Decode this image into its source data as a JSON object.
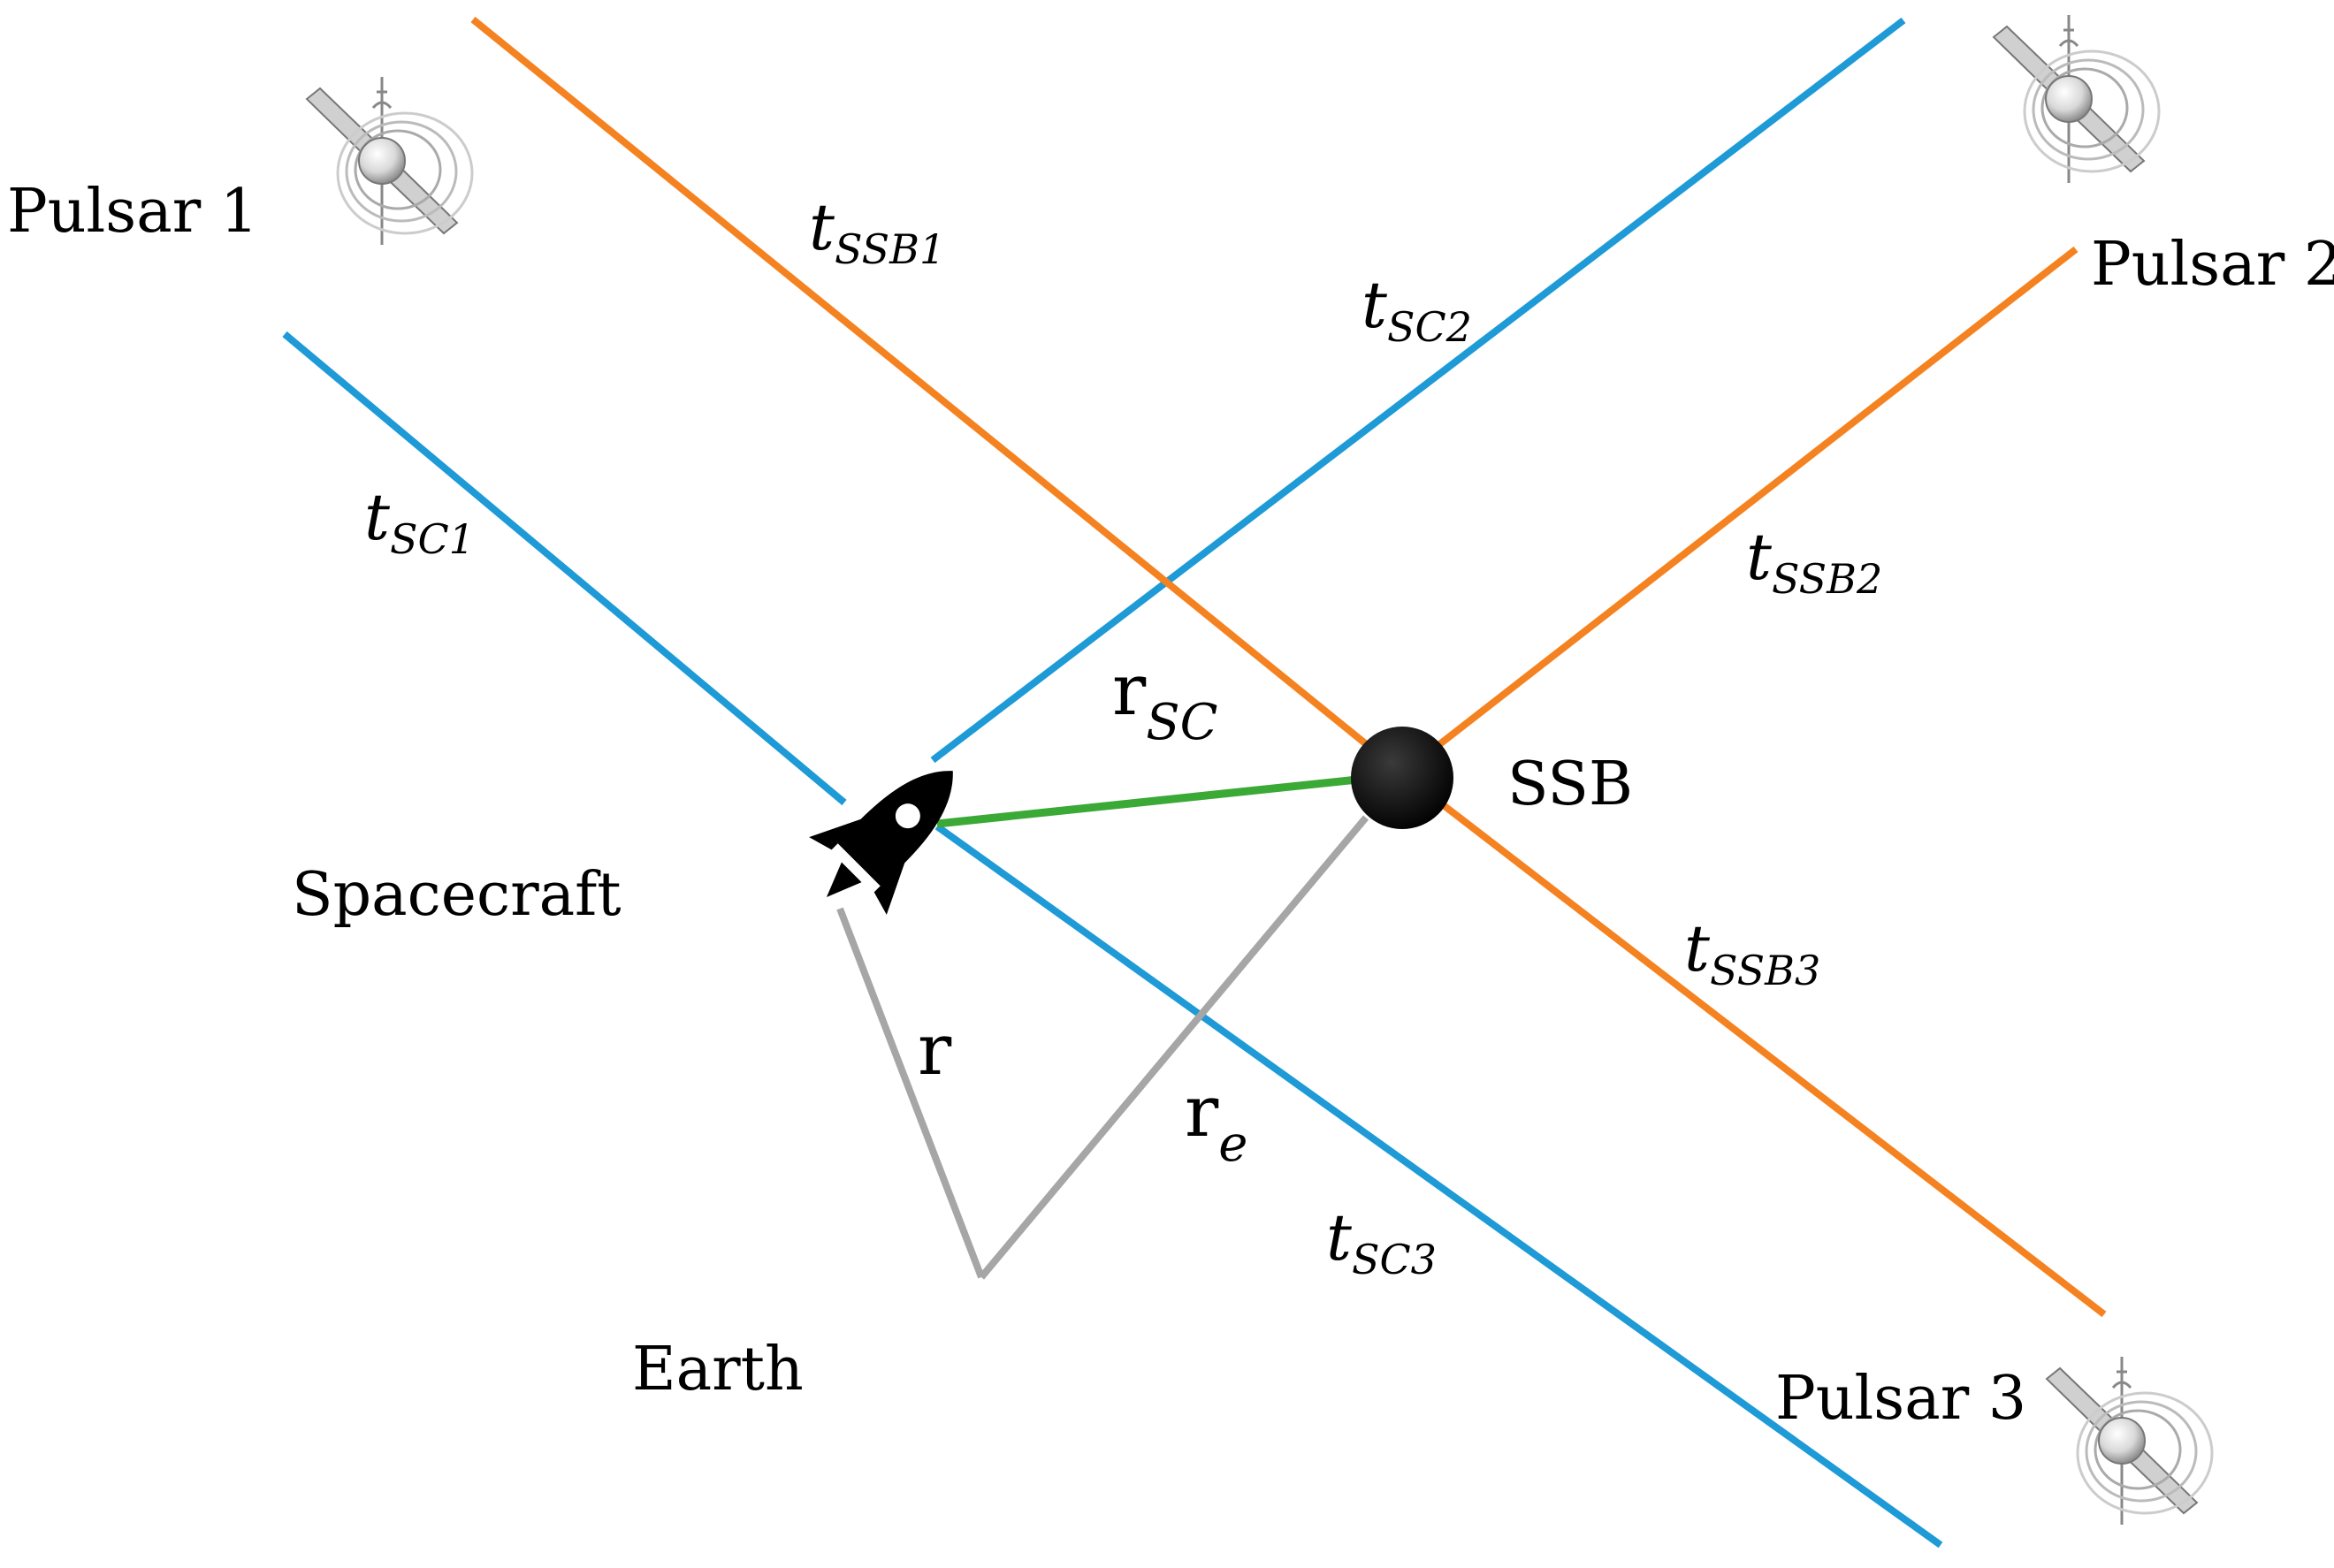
{
  "labels": {
    "pulsar1": "Pulsar 1",
    "pulsar2": "Pulsar 2",
    "pulsar3": "Pulsar 3",
    "spacecraft": "Spacecraft",
    "earth": "Earth",
    "ssb": "SSB",
    "r": "r",
    "rsc_base": "r",
    "rsc_sub": "SC",
    "re_base": "r",
    "re_sub": "e",
    "tsc1_base": "t",
    "tsc1_sub": "SC1",
    "tsc2_base": "t",
    "tsc2_sub": "SC2",
    "tsc3_base": "t",
    "tsc3_sub": "SC3",
    "tssb1_base": "t",
    "tssb1_sub": "SSB1",
    "tssb2_base": "t",
    "tssb2_sub": "SSB2",
    "tssb3_base": "t",
    "tssb3_sub": "SSB3"
  },
  "colors": {
    "spacecraft_lines": "#1e9ad6",
    "ssb_lines": "#f58220",
    "rsc_vector": "#3aa935",
    "earth_vectors": "#a6a6a6"
  },
  "icons": {
    "pulsar": "pulsar-icon",
    "spacecraft": "rocket-icon",
    "ssb": "ssb-dot-icon"
  }
}
